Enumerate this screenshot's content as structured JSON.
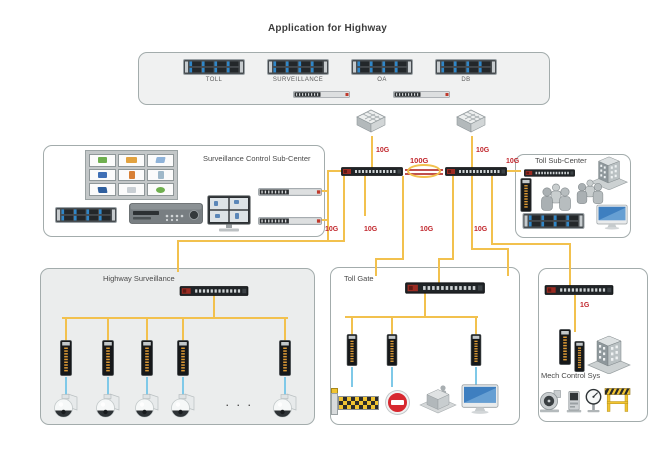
{
  "page_title": "Application for Highway",
  "colors": {
    "link_yellow": "#F2C14E",
    "device_link_blue": "#7FC9E8",
    "speed_label_red": "#C1272D"
  },
  "links": {
    "speed_10g": "10G",
    "speed_100g": "100G",
    "speed_1g": "1G"
  },
  "datacenter": {
    "servers": [
      "TOLL",
      "SURVEILLANCE",
      "OA",
      "DB"
    ]
  },
  "surveillance_center": {
    "title": "Surveillance Control Sub-Center"
  },
  "toll_subcenter": {
    "title": "Toll Sub-Center"
  },
  "highway_surveillance": {
    "title": "Highway Surveillance",
    "more": ". . ."
  },
  "toll_gate": {
    "title": "Toll Gate"
  },
  "mech_control": {
    "title": "Mech Control Sys"
  }
}
